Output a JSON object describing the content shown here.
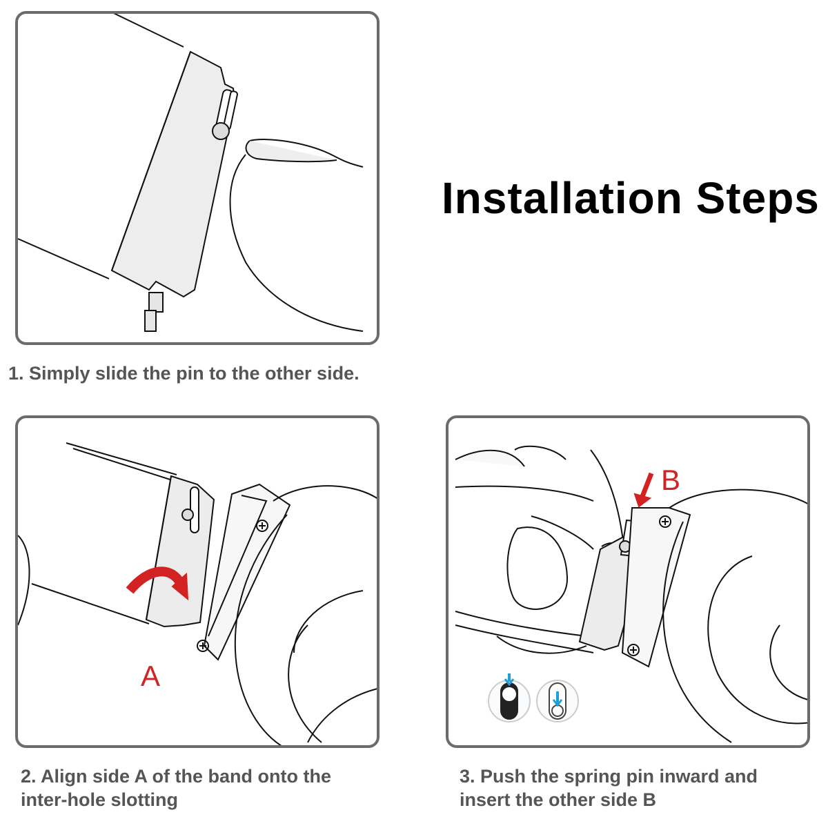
{
  "title": "Installation Steps",
  "steps": [
    {
      "caption": "1. Simply slide the pin to the other side."
    },
    {
      "caption_line1": "2. Align side A of the band onto the",
      "caption_line2": "inter-hole slotting",
      "label": "A"
    },
    {
      "caption_line1": "3. Push the spring pin inward and",
      "caption_line2": "insert the other side B",
      "label": "B"
    }
  ],
  "colors": {
    "border": "#6b6b6b",
    "caption": "#555555",
    "label": "#d32222",
    "arrow": "#d32222",
    "pin_indicator": "#1f9ed8"
  }
}
